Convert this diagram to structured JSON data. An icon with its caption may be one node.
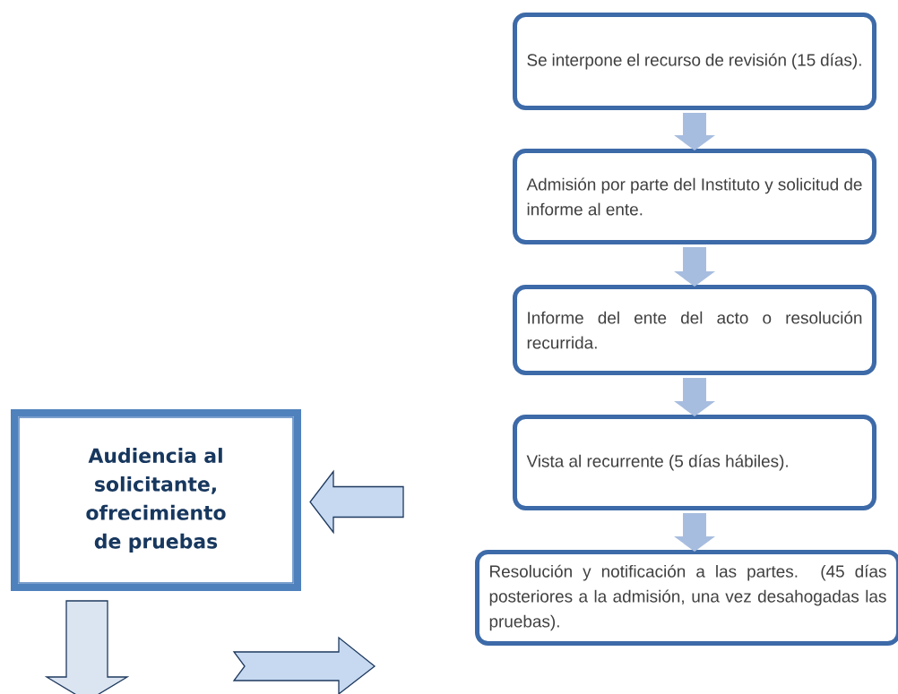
{
  "diagram": {
    "nodes": [
      {
        "text": [
          "Se interpone el recurso de revisión (15 días)."
        ]
      },
      {
        "text": [
          "Admisión por parte del Instituto y solicitud de informe al ente."
        ]
      },
      {
        "text": [
          "Informe del ente del acto o resolución recurrida."
        ]
      },
      {
        "text": [
          "Vista al recurrente (5 días hábiles)."
        ]
      },
      {
        "text": [
          "Resolución y notificación a las partes. (45 días posteriores a la admisión, una vez desahogadas las pruebas)."
        ]
      },
      {
        "text": [
          "Audiencia al solicitante, ofrecimiento de pruebas"
        ]
      }
    ],
    "edges": [
      {
        "from": 0,
        "to": 1,
        "arrow": "to"
      },
      {
        "from": 1,
        "to": 2,
        "arrow": "to"
      },
      {
        "from": 2,
        "to": 3,
        "arrow": "to"
      },
      {
        "from": 3,
        "to": 4,
        "arrow": "to"
      },
      {
        "from": null,
        "to": 5,
        "arrow": "to",
        "color": "#c6d9f1"
      },
      {
        "from": 5,
        "to": null,
        "arrow": "to",
        "color": "#dbe5f1"
      }
    ]
  }
}
